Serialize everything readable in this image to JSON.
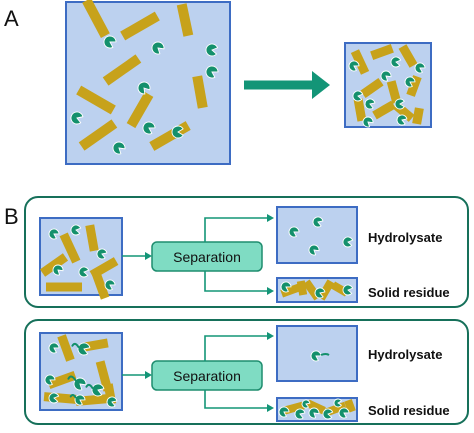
{
  "panels": {
    "a": {
      "label": "A"
    },
    "b": {
      "label": "B"
    }
  },
  "process": {
    "separation_label": "Separation"
  },
  "outputs": {
    "hydrolysate_label": "Hydrolysate",
    "solid_residue_label": "Solid residue"
  },
  "colors": {
    "box_fill": "#bcd1ef",
    "box_stroke": "#3d6cc3",
    "fiber": "#c7a21b",
    "enzyme": "#14906c",
    "arrow": "#139577",
    "panel_border": "#16705a",
    "separation_fill": "#7fdcc3",
    "separation_stroke": "#1f8d6f"
  },
  "icons": {
    "fiber": "cellulose-fiber-bar",
    "enzyme": "enzyme-pacman-shape"
  }
}
